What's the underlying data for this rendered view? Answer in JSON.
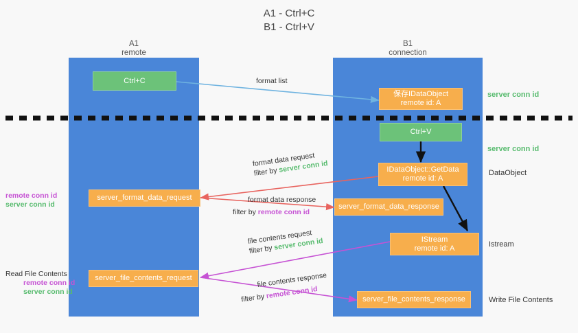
{
  "title": {
    "line1": "A1 - Ctrl+C",
    "line2": "B1 - Ctrl+V"
  },
  "lanes": [
    {
      "name": "A1",
      "role": "remote"
    },
    {
      "name": "B1",
      "role": "connection"
    }
  ],
  "nodes": {
    "ctrl_c": {
      "label": "Ctrl+C"
    },
    "ctrl_v": {
      "label": "Ctrl+V"
    },
    "save_idataobject": {
      "line1": "保存IDataObject",
      "line2": "remote id: A"
    },
    "getdata": {
      "line1": "IDataObject::GetData",
      "line2": "remote id: A"
    },
    "istream": {
      "line1": "IStream",
      "line2": "remote id: A"
    },
    "format_data_request": {
      "label": "server_format_data_request"
    },
    "format_data_response": {
      "label": "server_format_data_response"
    },
    "file_contents_request": {
      "label": "server_file_contents_request"
    },
    "file_contents_response": {
      "label": "server_file_contents_response"
    }
  },
  "edges": {
    "format_list": {
      "label": "format list"
    },
    "format_data_request": {
      "line1": "format data request",
      "filter_prefix": "filter by ",
      "filter_token": "server conn id"
    },
    "format_data_response": {
      "line1": "format data response",
      "filter_prefix": "filter by ",
      "filter_token": "remote conn id"
    },
    "file_contents_request": {
      "line1": "file contents request",
      "filter_prefix": "filter by ",
      "filter_token": "server conn id"
    },
    "file_contents_response": {
      "line1": "file contents response",
      "filter_prefix": "filter by ",
      "filter_token": "remote conn id"
    }
  },
  "annotations": {
    "left_format": {
      "remote": "remote conn id",
      "server": "server conn id"
    },
    "left_file": {
      "heading": "Read File Contents",
      "remote": "remote conn id",
      "server": "server conn id"
    },
    "right_top_conn": "server conn id",
    "right_second_conn": "server conn id",
    "right_dataobject": "DataObject",
    "right_istream": "Istream",
    "right_write": "Write File Contents"
  },
  "colors": {
    "lane": "#4a86d8",
    "green_node": "#6cc279",
    "orange_node": "#f7ae4c",
    "server_conn": "#57bb6e",
    "remote_conn": "#c653d4",
    "arrow_blue": "#6fb3e0",
    "arrow_red": "#e8645f",
    "arrow_magenta": "#c653d4",
    "arrow_black": "#111111",
    "background": "#f8f8f8"
  }
}
